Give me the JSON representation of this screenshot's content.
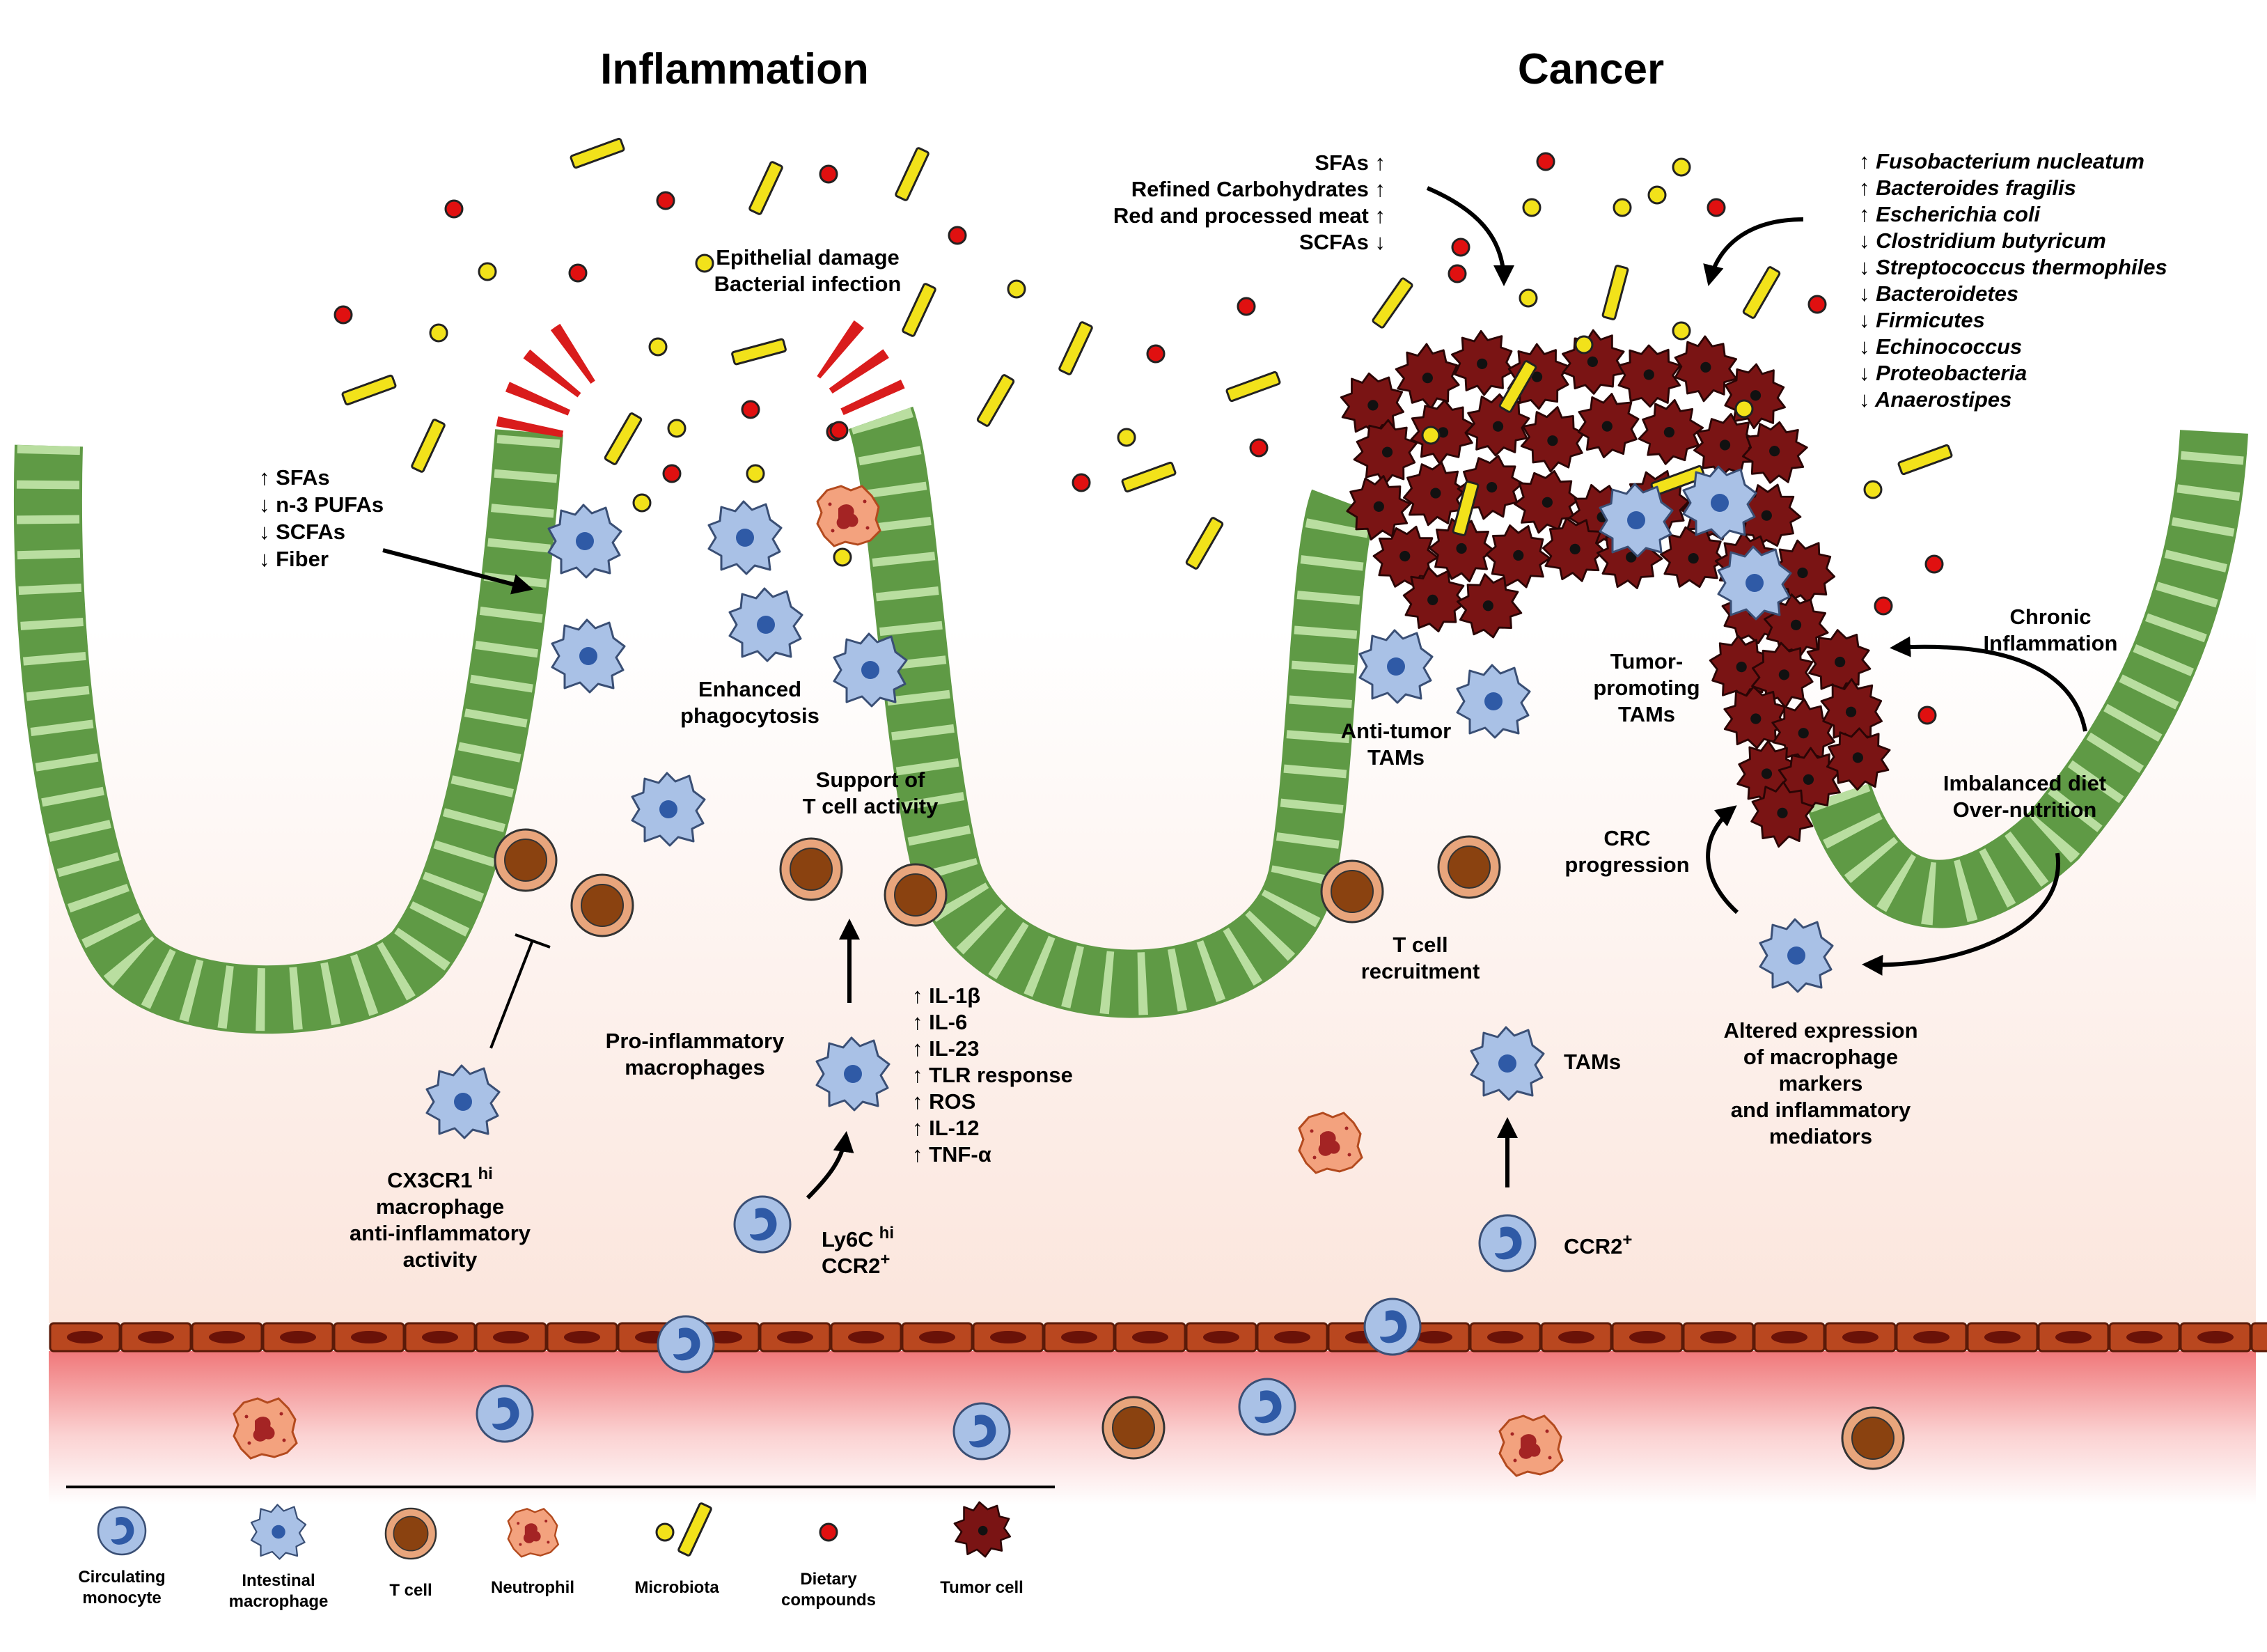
{
  "titles": {
    "left": "Inflammation",
    "right": "Cancer"
  },
  "left": {
    "epithelial": [
      "Epithelial damage",
      "Bacterial infection"
    ],
    "diet_factors": [
      "↑ SFAs",
      "↓ n-3 PUFAs",
      "↓ SCFAs",
      "↓ Fiber"
    ],
    "phagocytosis": [
      "Enhanced",
      "phagocytosis"
    ],
    "t_support": [
      "Support of",
      "T cell activity"
    ],
    "pro_inflam": [
      "Pro-inflammatory",
      "macrophages"
    ],
    "cytokines": [
      "↑ IL-1β",
      "↑ IL-6",
      "↑ IL-23",
      "↑ TLR response",
      "↑ ROS",
      "↑ IL-12",
      "↑ TNF-α"
    ],
    "cx3cr1": {
      "name": "CX3CR1",
      "sup": "hi",
      "rest": [
        "macrophage",
        "anti-inflammatory",
        "activity"
      ]
    },
    "ly6c": {
      "name": "Ly6C",
      "sup": "hi",
      "ccr2": "CCR2",
      "ccr2_sup": "+"
    }
  },
  "right": {
    "diet": [
      "SFAs ↑",
      "Refined Carbohydrates ↑",
      "Red and processed meat ↑",
      "SCFAs ↓"
    ],
    "bacteria": [
      "↑ Fusobacterium nucleatum",
      "↑ Bacteroides fragilis",
      "↑ Escherichia coli",
      "↓ Clostridium butyricum",
      "↓ Streptococcus thermophiles",
      "↓ Bacteroidetes",
      "↓ Firmicutes",
      "↓ Echinococcus",
      "↓ Proteobacteria",
      "↓ Anaerostipes"
    ],
    "anti_tumor": [
      "Anti-tumor",
      "TAMs"
    ],
    "tumor_promoting": [
      "Tumor-",
      "promoting",
      "TAMs"
    ],
    "chronic": [
      "Chronic",
      "Inflammation"
    ],
    "imbalanced": [
      "Imbalanced diet",
      "Over-nutrition"
    ],
    "crc": [
      "CRC",
      "progression"
    ],
    "t_recruit": [
      "T cell",
      "recruitment"
    ],
    "tams": "TAMs",
    "altered": [
      "Altered expression",
      "of macrophage",
      "markers",
      "and inflammatory",
      "mediators"
    ],
    "ccr2": {
      "name": "CCR2",
      "sup": "+"
    }
  },
  "legend": {
    "monocyte": [
      "Circulating",
      "monocyte"
    ],
    "macrophage": [
      "Intestinal",
      "macrophage"
    ],
    "tcell": "T cell",
    "neutrophil": "Neutrophil",
    "microbiota": "Microbiota",
    "dietary": [
      "Dietary",
      "compounds"
    ],
    "tumor": "Tumor cell"
  },
  "colors": {
    "epithelium": "#b9dea0",
    "epithelium_stroke": "#5f9a45",
    "damaged": "#d91c1c",
    "macrophage": "#a9c1e6",
    "macrophage_nucleus": "#2f5aa6",
    "tcell_outer": "#e8a57c",
    "tcell_inner": "#8a4210",
    "tumor": "#7a1414",
    "microbiota": "#f2e21a",
    "dietary": "#e01010",
    "vessel": "#b9471f"
  }
}
